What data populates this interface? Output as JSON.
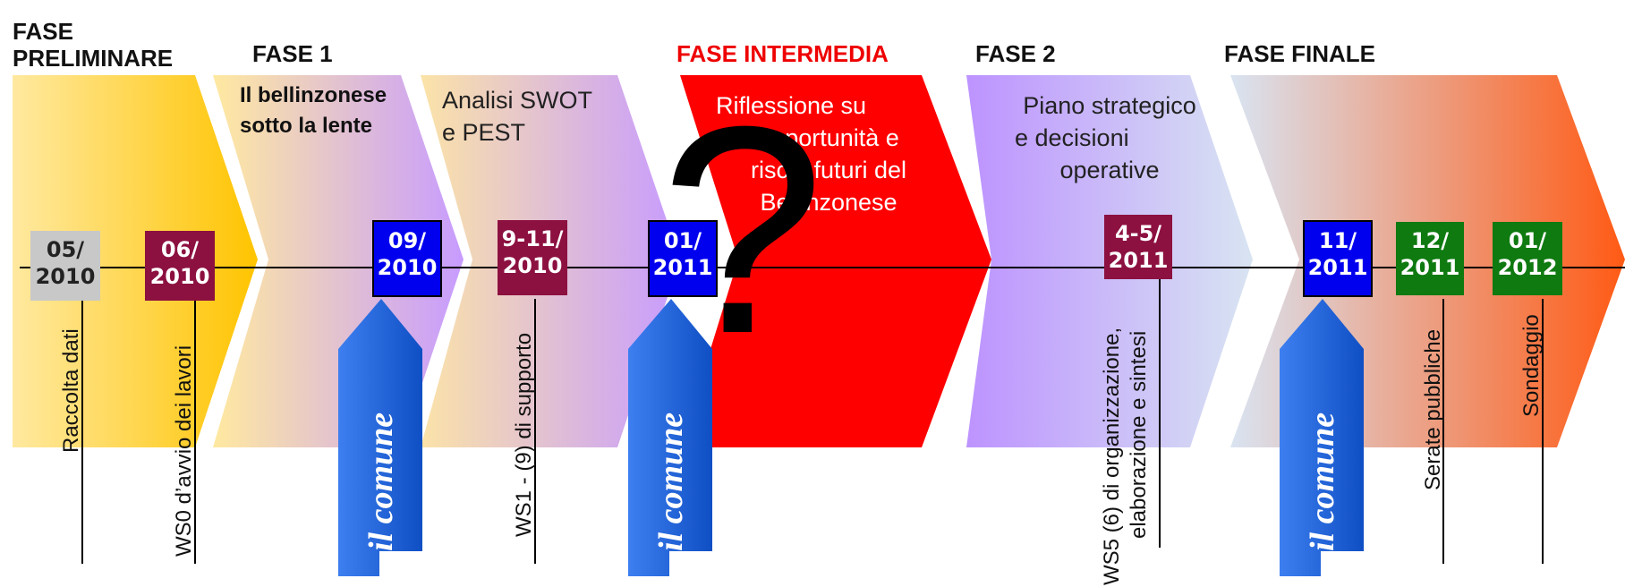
{
  "phases": {
    "preliminare": "FASE\nPRELIMINARE",
    "fase1": "FASE 1",
    "intermedia": "FASE INTERMEDIA",
    "fase2": "FASE 2",
    "finale": "FASE FINALE"
  },
  "stage_texts": {
    "bellinzonese_line1": "Il bellinzonese",
    "bellinzonese_line2": "sotto la lente",
    "swot_line1": "Analisi SWOT",
    "swot_line2": "e PEST",
    "riflessione_line1": "Riflessione su",
    "riflessione_line2": "opportunità e",
    "riflessione_line3": "rischi futuri del",
    "riflessione_line4": "Bellinzonese",
    "piano_line1": "Piano strategico",
    "piano_line2": "e decisioni",
    "piano_line3": "operative"
  },
  "question_mark": "?",
  "milestones": [
    {
      "line1": "05/",
      "line2": "2010",
      "style": "gray"
    },
    {
      "line1": "06/",
      "line2": "2010",
      "style": "maroon"
    },
    {
      "line1": "09/",
      "line2": "2010",
      "style": "blue"
    },
    {
      "line1": "9-11/",
      "line2": "2010",
      "style": "maroon"
    },
    {
      "line1": "01/",
      "line2": "2011",
      "style": "blue"
    },
    {
      "line1": "4-5/",
      "line2": "2011",
      "style": "maroon"
    },
    {
      "line1": "11/",
      "line2": "2011",
      "style": "blue"
    },
    {
      "line1": "12/",
      "line2": "2011",
      "style": "green"
    },
    {
      "line1": "01/",
      "line2": "2012",
      "style": "green"
    }
  ],
  "vertical_labels": {
    "raccolta": "Raccolta dati",
    "ws0": "WS0 d’avvio dei lavori",
    "ws1": "WS1 - (9) di supporto",
    "ws5_line1": "WS5 (6) di organizzazione,",
    "ws5_line2": "elaborazione e sintesi",
    "serate": "Serate pubbliche",
    "sondaggio": "Sondaggio"
  },
  "comune_arrows": [
    "il comune",
    "il comune",
    "il comune"
  ],
  "colors": {
    "maroon": "#8c1040",
    "blue": "#0000ee",
    "green": "#0e7a10",
    "gray": "#c8c8c8",
    "intermedia_red": "#ff0000",
    "arrow_blue": "#1a5fd0"
  }
}
